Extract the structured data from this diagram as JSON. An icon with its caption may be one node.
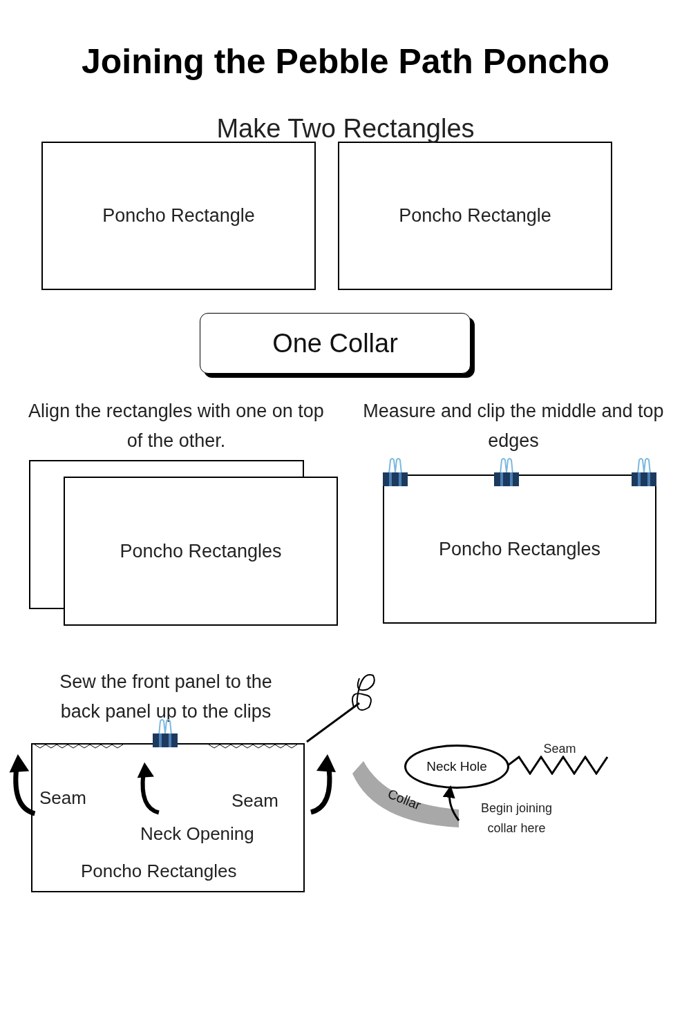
{
  "diagram": {
    "title": "Joining the Pebble Path Poncho",
    "nodes": [
      {
        "text": [
          "Poncho Rectangle"
        ]
      },
      {
        "text": [
          "Poncho Rectangle"
        ]
      },
      {
        "text": [
          "One Collar"
        ]
      },
      {
        "text": [],
        "shape": "box"
      },
      {
        "text": [
          "Poncho Rectangles"
        ]
      },
      {
        "text": [
          "Poncho Rectangles"
        ]
      },
      {
        "text": [
          "Seam",
          "Seam",
          "Neck Opening",
          "Poncho Rectangles"
        ]
      },
      {
        "text": [
          "Neck Hole"
        ]
      },
      {
        "text": [
          "Collar"
        ]
      }
    ],
    "edges": [
      {
        "from": 8,
        "to": 7,
        "arrow": "to"
      }
    ],
    "labels": [
      "Make Two Rectangles",
      "Align the rectangles with  one on top of the other.",
      "Measure  and clip the middle and top edges",
      "Sew the front panel to the back panel up to the clips",
      "Seam",
      "Begin joining collar here"
    ]
  }
}
